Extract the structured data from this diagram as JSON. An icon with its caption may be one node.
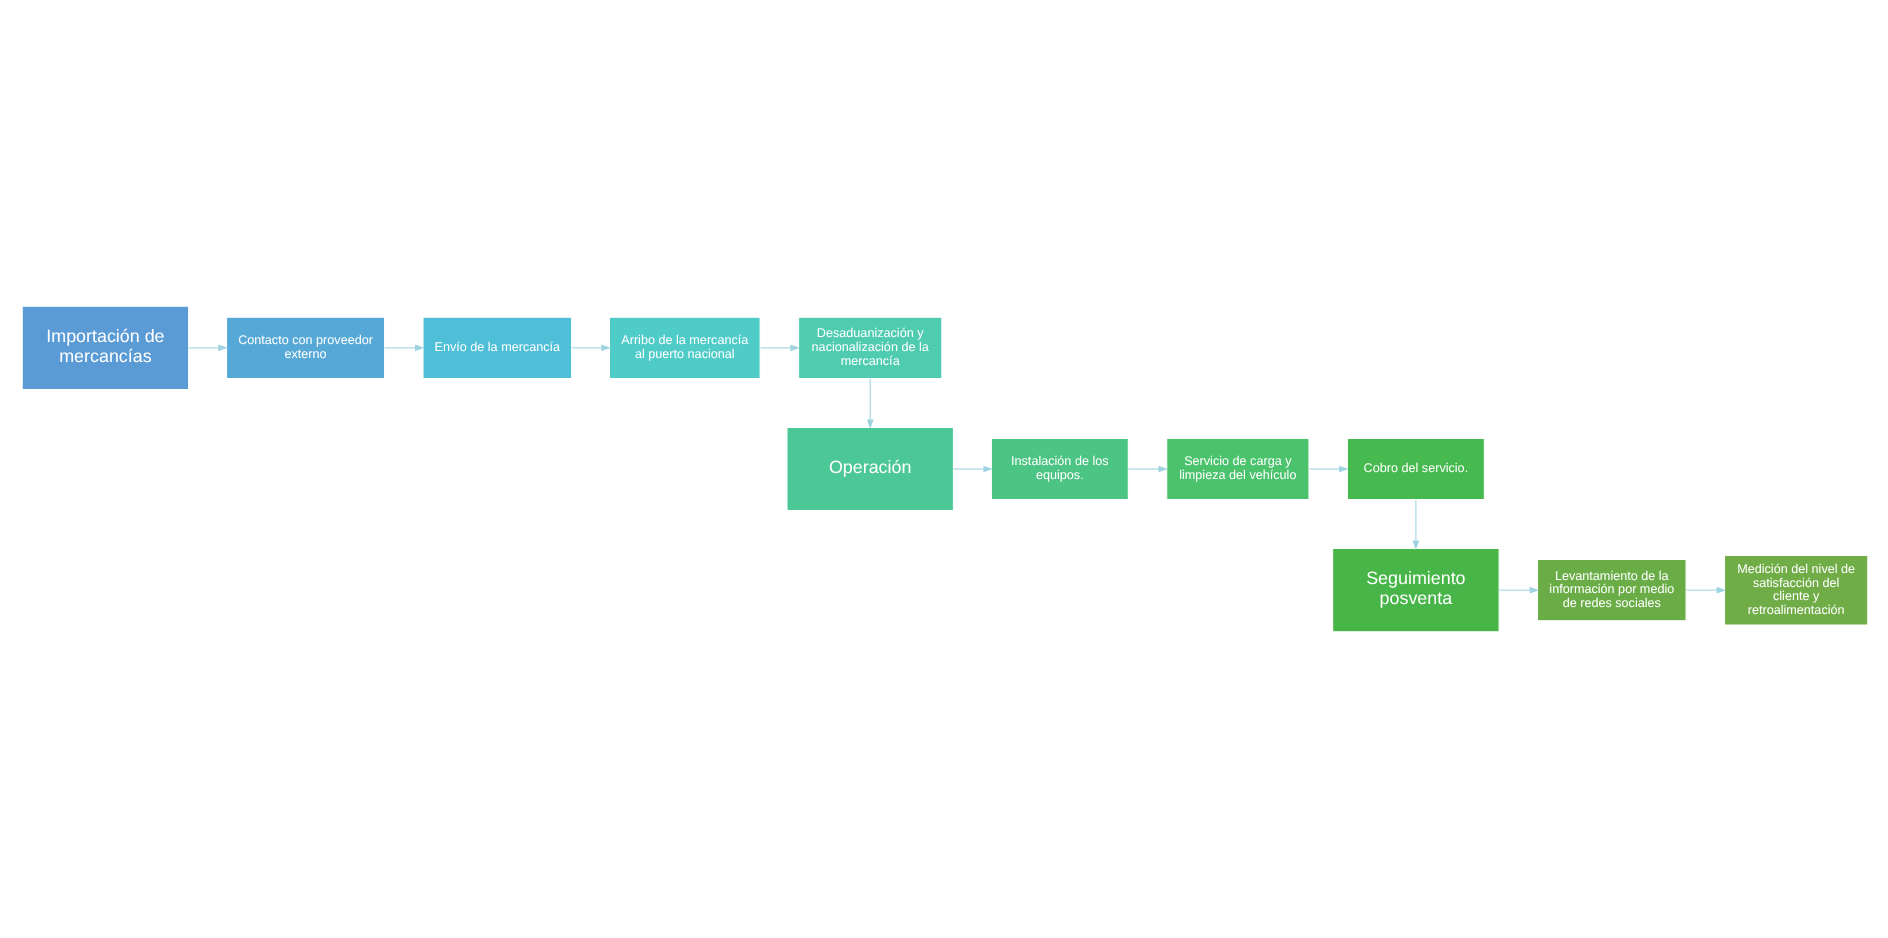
{
  "diagram": {
    "nodes": [
      {
        "text": [
          "Importación de mercancías"
        ]
      },
      {
        "text": [
          "Contacto con proveedor externo"
        ]
      },
      {
        "text": [
          "Envío de la mercancía"
        ]
      },
      {
        "text": [
          "Arribo de la mercancía al puerto nacional"
        ]
      },
      {
        "text": [
          "Desaduanización y nacionalización de la mercancía"
        ]
      },
      {
        "text": [
          "Operación"
        ]
      },
      {
        "text": [
          "Instalación de los equipos."
        ]
      },
      {
        "text": [
          "Servicio de carga y limpieza del vehículo"
        ]
      },
      {
        "text": [
          "Cobro del servicio."
        ]
      },
      {
        "text": [
          "Seguimiento posventa"
        ]
      },
      {
        "text": [
          "Levantamiento de la información por medio de redes sociales"
        ]
      },
      {
        "text": [
          "Medición del nivel de satisfacción del cliente y retroalimentación"
        ]
      }
    ],
    "edges": [
      {
        "from": 0,
        "to": 1,
        "arrow": "to"
      },
      {
        "from": 1,
        "to": 2,
        "arrow": "to"
      },
      {
        "from": 2,
        "to": 3,
        "arrow": "to"
      },
      {
        "from": 3,
        "to": 4,
        "arrow": "to"
      },
      {
        "from": 4,
        "to": 5,
        "arrow": "to"
      },
      {
        "from": 5,
        "to": 6,
        "arrow": "to"
      },
      {
        "from": 6,
        "to": 7,
        "arrow": "to"
      },
      {
        "from": 7,
        "to": 8,
        "arrow": "to"
      },
      {
        "from": 8,
        "to": 9,
        "arrow": "to"
      },
      {
        "from": 9,
        "to": 10,
        "arrow": "to"
      },
      {
        "from": 10,
        "to": 11,
        "arrow": "to"
      }
    ]
  }
}
